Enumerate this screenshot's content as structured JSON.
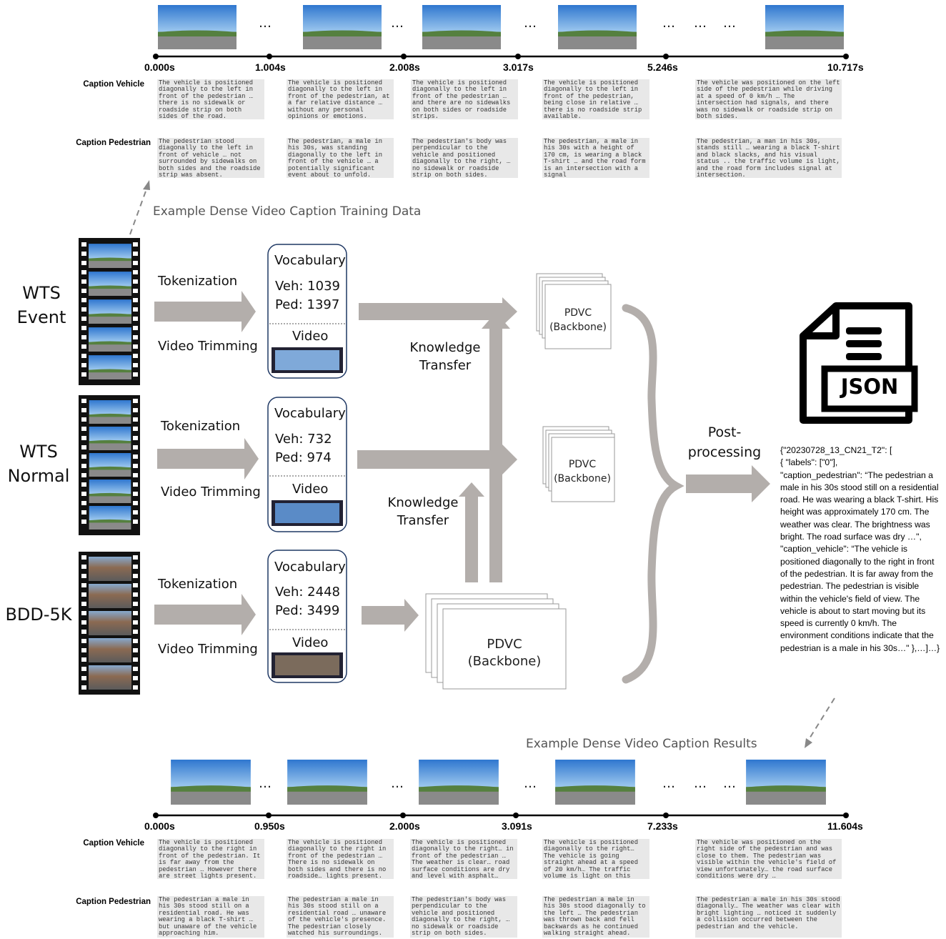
{
  "top": {
    "timestamps": [
      "0.000s",
      "1.004s",
      "2.008s",
      "3.017s",
      "5.246s",
      "10.717s"
    ],
    "vehicle_label": "Caption Vehicle",
    "pedestrian_label": "Caption Pedestrian",
    "vehicle_captions": [
      "The vehicle is positioned diagonally to the left in front of the pedestrian … there is no sidewalk or roadside strip on both sides of the road.",
      "The vehicle is positioned diagonally to the left in front of the pedestrian, at a far relative distance … without any personal opinions or emotions.",
      "The vehicle is positioned diagonally to the left in front of the pedestrian … and there are no sidewalks on both sides or roadside strips.",
      "The vehicle is positioned diagonally to the left in front of the pedestrian, being close in relative … there is no roadside strip available.",
      "The vehicle was positioned on the left side of the pedestrian while driving at a speed of 0 km/h … The intersection had signals, and there was no sidewalk or roadside strip on both sides."
    ],
    "pedestrian_captions": [
      "The pedestrian stood diagonally to the left in front of vehicle … not surrounded by sidewalks on both sides and the roadside strip was absent.",
      "The pedestrian, a male in his 30s, was standing diagonally to the left in front of the vehicle … a potentially significant event about to unfold.",
      "The pedestrian's body was perpendicular to the vehicle and positioned diagonally to the right, … no sidewalk or roadside strip on both sides.",
      "The pedestrian, a male in his 30s with a height of 170 cm, is wearing a black T-shirt … and the road form is an intersection with a signal",
      "The pedestrian, a man in his 30s, stands still … wearing a black T-shirt and black slacks, and his visual status .. the traffic volume is light, and the road form includes signal at intersection."
    ],
    "ellipsis": "…",
    "caption": "Example Dense Video Caption Training Data"
  },
  "datasets": [
    {
      "name": "WTS\nEvent",
      "tokenization": "Tokenization",
      "trimming": "Video Trimming",
      "vocab_title": "Vocabulary",
      "veh": "Veh: 1039",
      "ped": "Ped: 1397",
      "video": "Video",
      "pdvc": "PDVC\n(Backbone)"
    },
    {
      "name": "WTS\nNormal",
      "tokenization": "Tokenization",
      "trimming": "Video Trimming",
      "vocab_title": "Vocabulary",
      "veh": "Veh: 732",
      "ped": "Ped: 974",
      "video": "Video",
      "pdvc": "PDVC\n(Backbone)"
    },
    {
      "name": "BDD-5K",
      "tokenization": "Tokenization",
      "trimming": "Video Trimming",
      "vocab_title": "Vocabulary",
      "veh": "Veh: 2448",
      "ped": "Ped: 3499",
      "video": "Video",
      "pdvc": "PDVC\n(Backbone)"
    }
  ],
  "knowledge_transfer": "Knowledge\nTransfer",
  "post_processing": "Post-\nprocessing",
  "json_icon_label": "JSON",
  "json_output": "{\"20230728_13_CN21_T2\": [\n      { \"labels\": [\"0\"],\n        \"caption_pedestrian\": “The pedestrian a male in his 30s stood still on a residential road. He was wearing a black T-shirt. His height was approximately 170 cm. The weather was clear. The brightness was bright. The road surface was dry …\",\n        \"caption_vehicle\": “The vehicle is positioned diagonally to the right in front of the pedestrian. It is far away from the pedestrian. The pedestrian is visible within the vehicle's field of view. The vehicle is about to start moving but its speed is currently 0 km/h. The environment conditions indicate that the pedestrian is a male in his 30s…\" },…]…}",
  "bottom": {
    "caption": "Example Dense Video Caption Results",
    "timestamps": [
      "0.000s",
      "0.950s",
      "2.000s",
      "3.091s",
      "7.233s",
      "11.604s"
    ],
    "vehicle_label": "Caption Vehicle",
    "pedestrian_label": "Caption Pedestrian",
    "vehicle_captions": [
      "The vehicle is positioned diagonally to the right in front of the pedestrian. It is far away from the pedestrian … However there are street lights present.",
      "The vehicle is positioned diagonally to the right in front of the pedestrian … There is no sidewalk on both sides and there is no roadside… lights present.",
      "The vehicle is positioned diagonally to the right… in front of the pedestrian … The weather is clear… road surface conditions are dry and level with asphalt…",
      "The vehicle is positioned diagonally to the right… The vehicle is going straight ahead at a speed of 20 km/h… The traffic volume is light on this residential road…",
      "The vehicle was positioned on the right side of the pedestrian and was close to them. The pedestrian was visible within the vehicle's field of view unfortunately… the road surface conditions were dry …"
    ],
    "pedestrian_captions": [
      "The pedestrian a male in his 30s stood still on a residential road. He was wearing a black T-shirt … but unaware of the vehicle approaching him.",
      "The pedestrian a male in his 30s stood still on a residential road … unaware of the vehicle's presence. The pedestrian closely watched his surroundings.",
      "The pedestrian's body was perpendicular to the vehicle and positioned diagonally to the right, … no sidewalk or roadside strip on both sides.",
      "The pedestrian a male in his 30s stood diagonally to the left … The pedestrian was thrown back and fell backwards as he continued walking straight ahead.",
      "The pedestrian a male in his 30s stood diagonally… The weather was clear with bright lighting … noticed it suddenly a collision occurred between the pedestrian and the vehicle."
    ],
    "ellipsis": "…"
  },
  "colors": {
    "arrow": "#b3aeab",
    "brace": "#b3aeab",
    "sky": "#4d8fd6",
    "grass": "#5f8a48",
    "road": "#8e8e8e",
    "caption_bg": "#e8e8e8"
  }
}
